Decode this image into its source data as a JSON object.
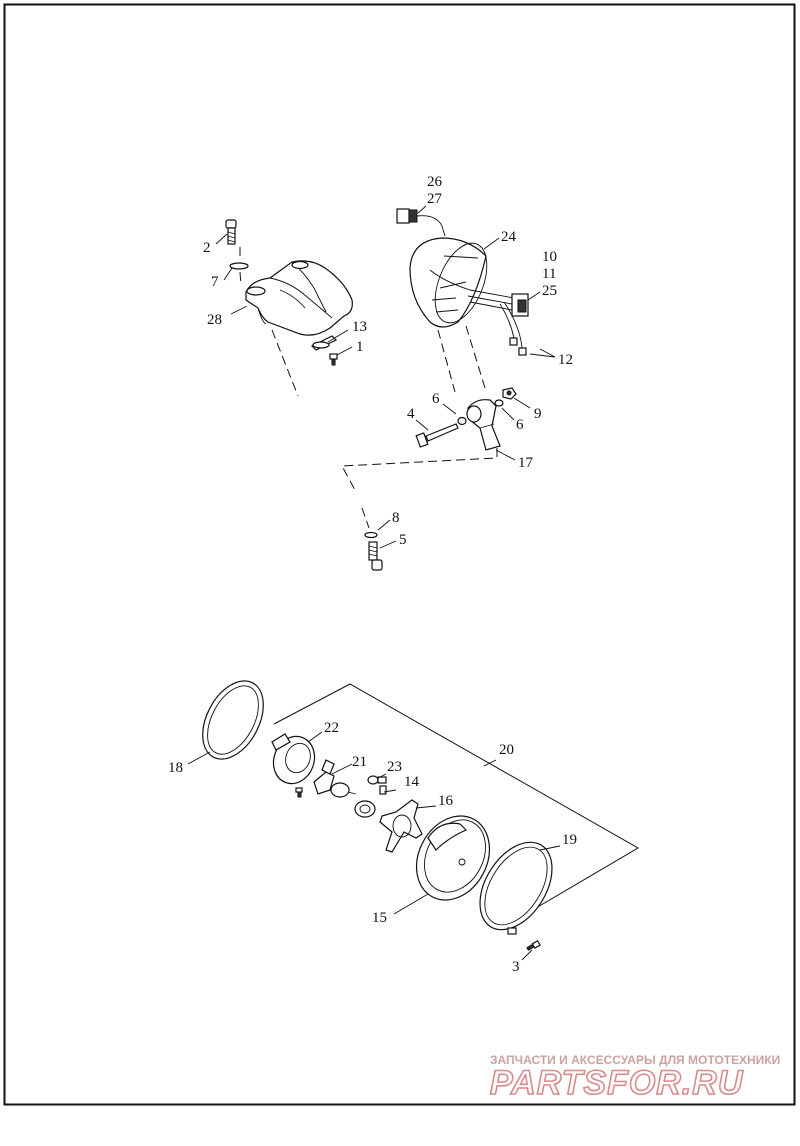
{
  "callouts": {
    "c1": "1",
    "c2": "2",
    "c3": "3",
    "c4": "4",
    "c5": "5",
    "c6a": "6",
    "c6b": "6",
    "c7": "7",
    "c8": "8",
    "c9": "9",
    "c10": "10",
    "c11": "11",
    "c12": "12",
    "c13": "13",
    "c14": "14",
    "c15": "15",
    "c16": "16",
    "c17": "17",
    "c18": "18",
    "c19": "19",
    "c20": "20",
    "c21": "21",
    "c22": "22",
    "c23": "23",
    "c24": "24",
    "c25": "25",
    "c26": "26",
    "c27": "27",
    "c28": "28"
  },
  "watermark": {
    "tagline": "ЗАПЧАСТИ И АКСЕССУАРЫ ДЛЯ МОТОТЕХНИКИ",
    "brand": "PARTSFOR.RU"
  },
  "colors": {
    "line": "#111111",
    "watermark": "#d98a8a"
  }
}
